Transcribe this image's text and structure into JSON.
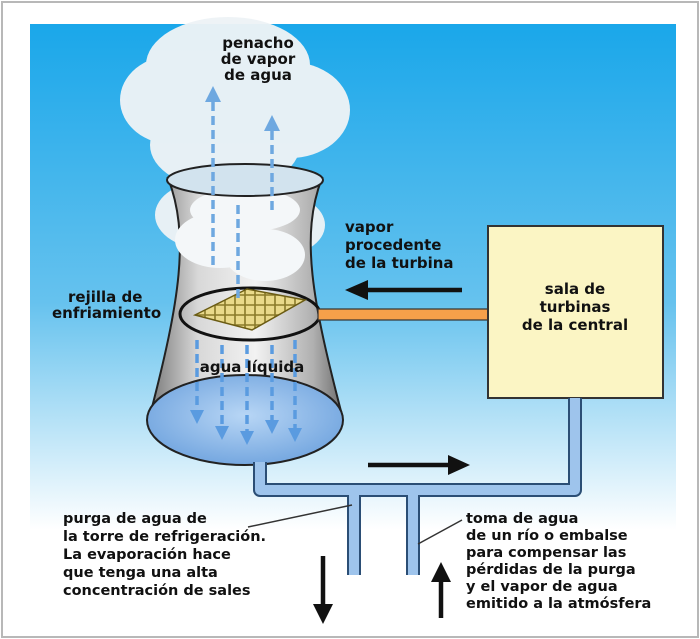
{
  "labels": {
    "plume": [
      "penacho",
      "de vapor",
      "de agua"
    ],
    "steam": [
      "vapor",
      "procedente",
      "de la turbina"
    ],
    "grid": [
      "rejilla de",
      "enfriamiento"
    ],
    "liquid": "agua líquida",
    "turbine_room": [
      "sala de",
      "turbinas",
      "de la central"
    ],
    "purge": [
      "purga de agua de",
      "la torre de refrigeración.",
      "La evaporación hace",
      "que tenga una alta",
      "concentración de sales"
    ],
    "intake": [
      "toma de agua",
      "de un río o embalse",
      "para compensar las",
      "pérdidas de la purga",
      "y el vapor de agua",
      "emitido a la atmósfera"
    ]
  },
  "colors": {
    "sky": "#4fb3e6",
    "tower": "#b9b9b9",
    "turbine_box": "#fbf5c4",
    "pipe_water": "#9ec4ec",
    "pipe_steam": "#f5a04a",
    "arrow_vapor": "#6ea8e0",
    "basin": "#7fb0e4"
  }
}
